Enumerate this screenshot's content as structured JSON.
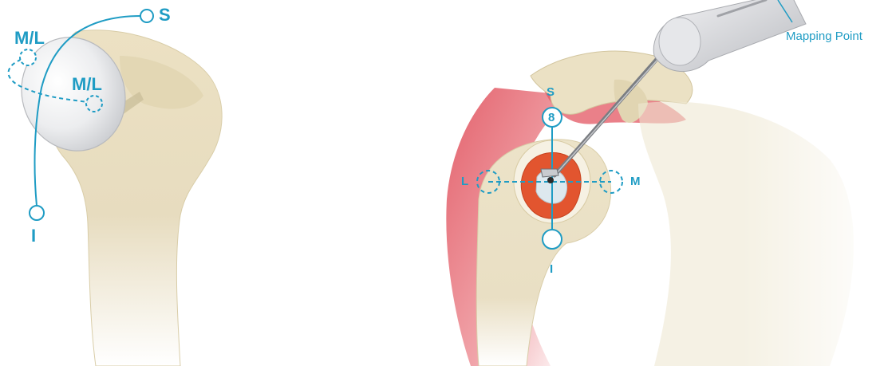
{
  "left_figure": {
    "labels": {
      "superior": "S",
      "inferior": "I",
      "medial_lateral_outer": "M/L",
      "medial_lateral_inner": "M/L"
    }
  },
  "right_figure": {
    "labels": {
      "superior": "S",
      "inferior": "I",
      "lateral": "L",
      "medial": "M",
      "marker_number": "8"
    },
    "callout": "Mapping Point"
  },
  "colors": {
    "accent": "#1f9cc4",
    "bone": "#ece1c3",
    "bone_shadow": "#d6c8a1",
    "implant": "#e9eaec",
    "muscle": "#e4606a",
    "graft": "#e2552f"
  }
}
